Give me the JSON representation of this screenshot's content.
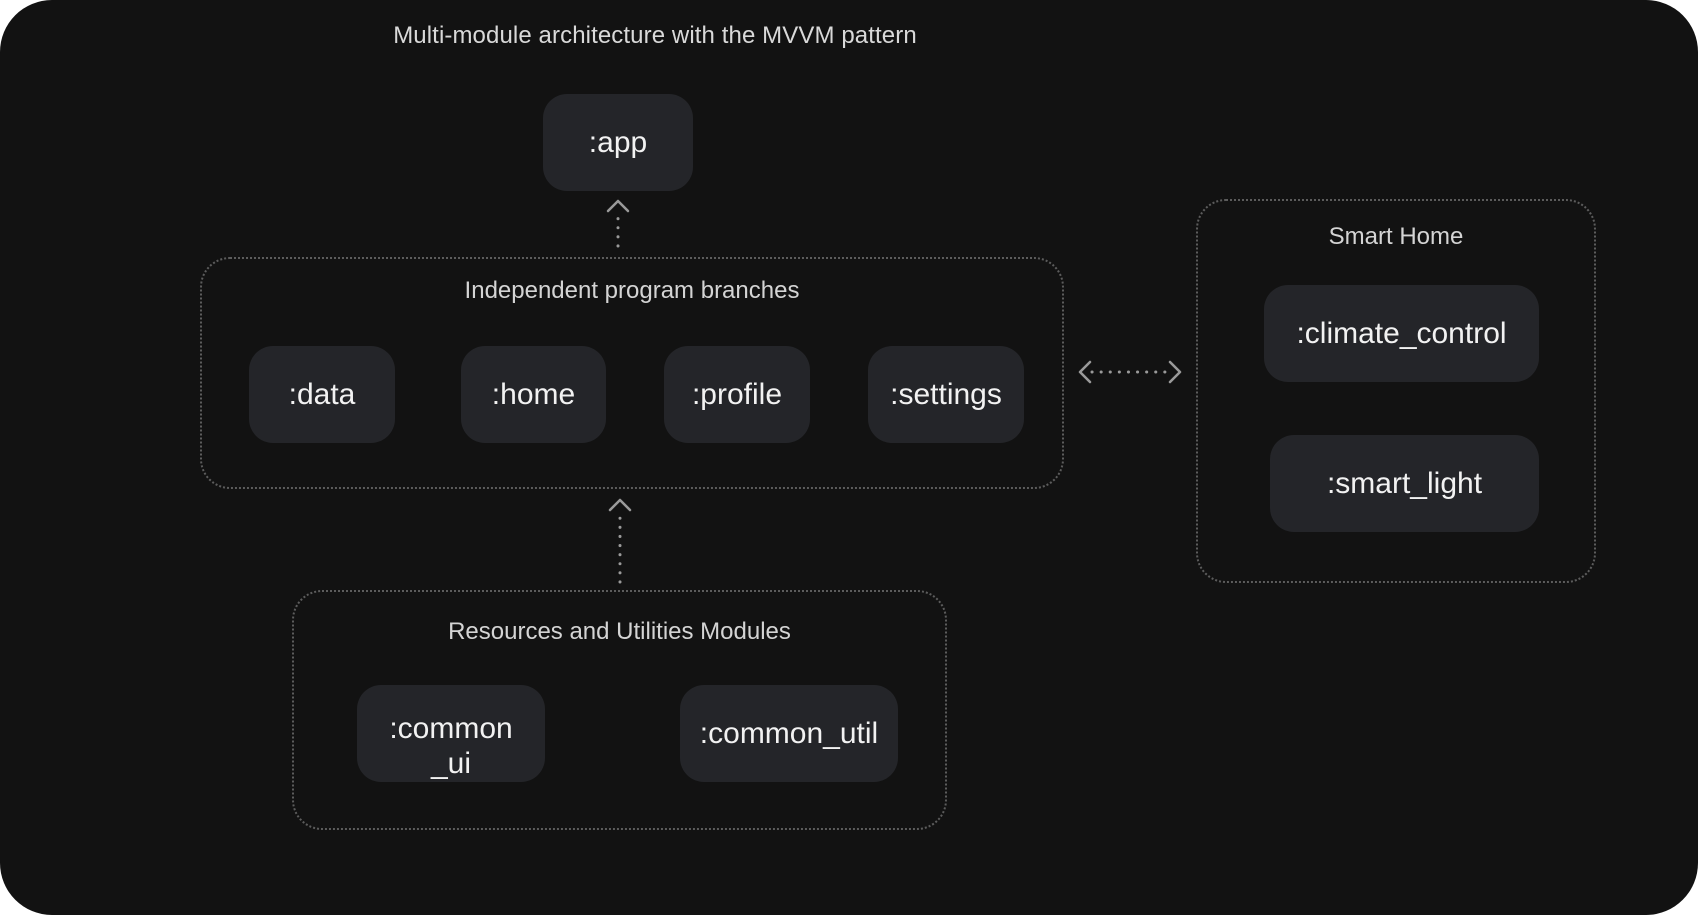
{
  "diagram": {
    "title": "Multi-module architecture with the MVVM pattern",
    "top_module": {
      "label": ":app"
    },
    "groups": {
      "branches": {
        "title": "Independent program branches",
        "modules": [
          ":data",
          ":home",
          ":profile",
          ":settings"
        ]
      },
      "smart_home": {
        "title": "Smart Home",
        "modules": [
          ":climate_control",
          ":smart_light"
        ]
      },
      "resources": {
        "title": "Resources and Utilities Modules",
        "modules": [
          ":common_ui",
          ":common_util"
        ]
      }
    },
    "connections": [
      {
        "from": "branches",
        "to": "top_module",
        "style": "dotted",
        "arrow": "up"
      },
      {
        "from": "resources",
        "to": "branches",
        "style": "dotted",
        "arrow": "up"
      },
      {
        "from": "branches",
        "to": "smart_home",
        "style": "dotted",
        "arrow": "both"
      }
    ],
    "colors": {
      "background": "#121212",
      "module_fill": "#242529",
      "module_text": "#f2f2f2",
      "group_border": "#5c5c5c",
      "arrow": "#9a9a9a"
    }
  }
}
